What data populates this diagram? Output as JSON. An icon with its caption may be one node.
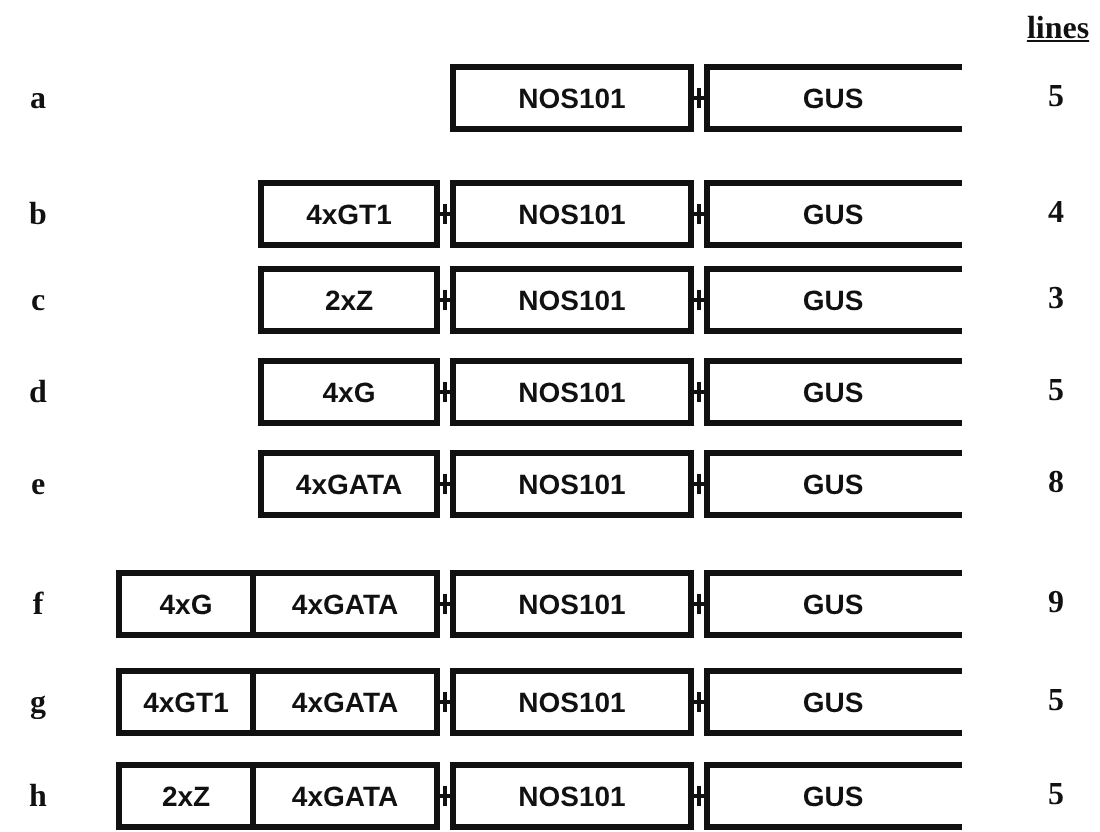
{
  "diagram": {
    "nodes": [
      {
        "text": [
          "NOS101"
        ]
      },
      {
        "text": [
          "GUS"
        ]
      },
      {
        "text": [
          "4xGT1"
        ]
      },
      {
        "text": [
          "NOS101"
        ]
      },
      {
        "text": [
          "GUS"
        ]
      },
      {
        "text": [
          "2xZ"
        ]
      },
      {
        "text": [
          "NOS101"
        ]
      },
      {
        "text": [
          "GUS"
        ]
      },
      {
        "text": [
          "4xG"
        ]
      },
      {
        "text": [
          "NOS101"
        ]
      },
      {
        "text": [
          "GUS"
        ]
      },
      {
        "text": [
          "4xGATA"
        ]
      },
      {
        "text": [
          "NOS101"
        ]
      },
      {
        "text": [
          "GUS"
        ]
      },
      {
        "text": [
          "4xG"
        ]
      },
      {
        "text": [
          "4xGATA"
        ]
      },
      {
        "text": [
          "NOS101"
        ]
      },
      {
        "text": [
          "GUS"
        ]
      },
      {
        "text": [
          "4xGT1"
        ]
      },
      {
        "text": [
          "4xGATA"
        ]
      },
      {
        "text": [
          "NOS101"
        ]
      },
      {
        "text": [
          "GUS"
        ]
      },
      {
        "text": [
          "2xZ"
        ]
      },
      {
        "text": [
          "4xGATA"
        ]
      },
      {
        "text": [
          "NOS101"
        ]
      },
      {
        "text": [
          "GUS"
        ]
      }
    ],
    "edges": [
      {
        "from": 0,
        "to": 1,
        "arrow": "none"
      },
      {
        "from": 2,
        "to": 3,
        "arrow": "none"
      },
      {
        "from": 3,
        "to": 4,
        "arrow": "none"
      },
      {
        "from": 5,
        "to": 6,
        "arrow": "none"
      },
      {
        "from": 6,
        "to": 7,
        "arrow": "none"
      },
      {
        "from": 8,
        "to": 9,
        "arrow": "none"
      },
      {
        "from": 9,
        "to": 10,
        "arrow": "none"
      },
      {
        "from": 11,
        "to": 12,
        "arrow": "none"
      },
      {
        "from": 12,
        "to": 13,
        "arrow": "none"
      },
      {
        "from": 15,
        "to": 16,
        "arrow": "none"
      },
      {
        "from": 16,
        "to": 17,
        "arrow": "none"
      },
      {
        "from": 19,
        "to": 20,
        "arrow": "none"
      },
      {
        "from": 20,
        "to": 21,
        "arrow": "none"
      },
      {
        "from": 23,
        "to": 24,
        "arrow": "none"
      },
      {
        "from": 24,
        "to": 25,
        "arrow": "none"
      }
    ],
    "labels": [
      "lines",
      "a",
      "5",
      "b",
      "4",
      "c",
      "3",
      "d",
      "5",
      "e",
      "8",
      "f",
      "9",
      "g",
      "5",
      "h",
      "5"
    ]
  }
}
